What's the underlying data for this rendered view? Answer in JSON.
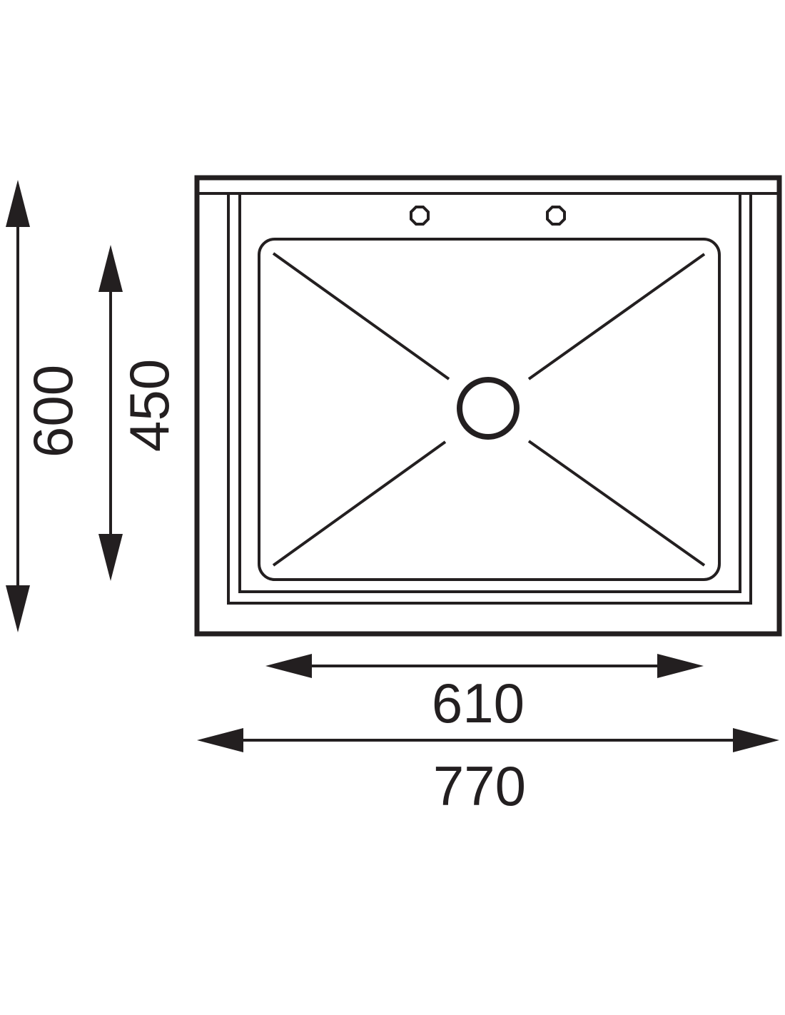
{
  "dimensions": {
    "total_depth": "600",
    "bowl_depth": "450",
    "bowl_width": "610",
    "total_width": "770"
  },
  "colors": {
    "line": "#231f20",
    "background": "#ffffff"
  }
}
